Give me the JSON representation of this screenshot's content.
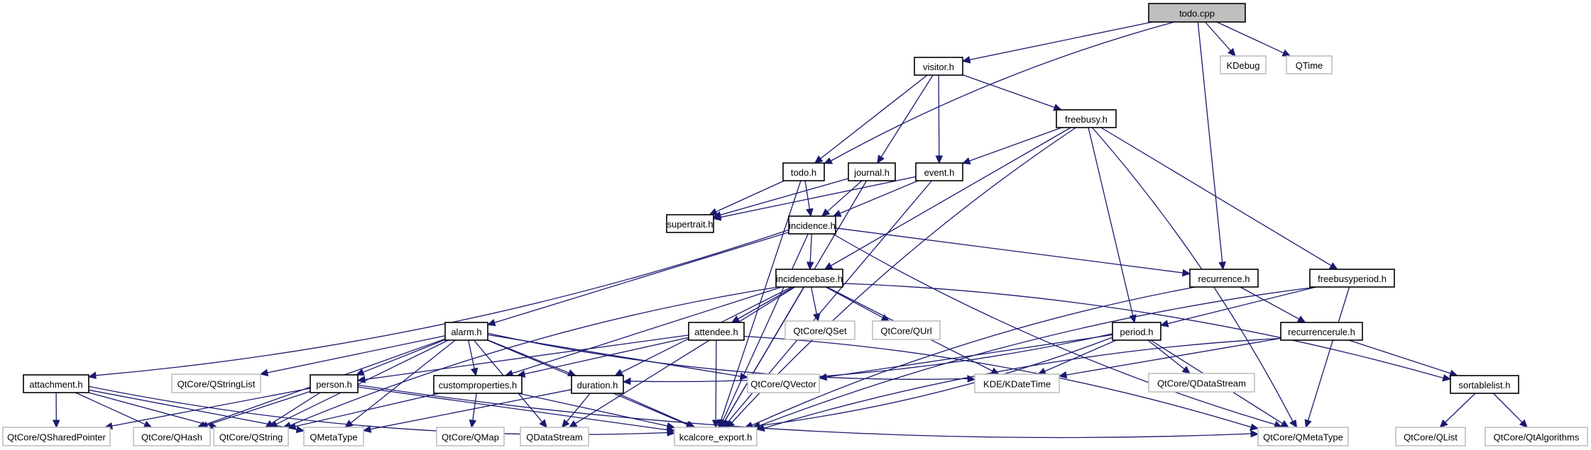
{
  "graph": {
    "title": "todo.cpp include dependency graph",
    "edge_color": "#191970",
    "root_fill": "#bfbfbf",
    "external_border": "#bfbfbf",
    "nodes": [
      {
        "id": "todo_cpp",
        "label": "todo.cpp",
        "kind": "root"
      },
      {
        "id": "visitor_h",
        "label": "visitor.h",
        "kind": "local"
      },
      {
        "id": "KDebug",
        "label": "KDebug",
        "kind": "external"
      },
      {
        "id": "QTime",
        "label": "QTime",
        "kind": "external"
      },
      {
        "id": "freebusy_h",
        "label": "freebusy.h",
        "kind": "local"
      },
      {
        "id": "todo_h",
        "label": "todo.h",
        "kind": "local"
      },
      {
        "id": "journal_h",
        "label": "journal.h",
        "kind": "local"
      },
      {
        "id": "event_h",
        "label": "event.h",
        "kind": "local"
      },
      {
        "id": "supertrait_h",
        "label": "supertrait.h",
        "kind": "local"
      },
      {
        "id": "incidence_h",
        "label": "incidence.h",
        "kind": "local"
      },
      {
        "id": "recurrence_h",
        "label": "recurrence.h",
        "kind": "local"
      },
      {
        "id": "freebusyperiod_h",
        "label": "freebusyperiod.h",
        "kind": "local"
      },
      {
        "id": "incidencebase_h",
        "label": "incidencebase.h",
        "kind": "local"
      },
      {
        "id": "alarm_h",
        "label": "alarm.h",
        "kind": "local"
      },
      {
        "id": "attendee_h",
        "label": "attendee.h",
        "kind": "local"
      },
      {
        "id": "QSet",
        "label": "QtCore/QSet",
        "kind": "external"
      },
      {
        "id": "QUrl",
        "label": "QtCore/QUrl",
        "kind": "external"
      },
      {
        "id": "period_h",
        "label": "period.h",
        "kind": "local"
      },
      {
        "id": "recurrencerule_h",
        "label": "recurrencerule.h",
        "kind": "local"
      },
      {
        "id": "attachment_h",
        "label": "attachment.h",
        "kind": "local"
      },
      {
        "id": "QStringList",
        "label": "QtCore/QStringList",
        "kind": "external"
      },
      {
        "id": "person_h",
        "label": "person.h",
        "kind": "local"
      },
      {
        "id": "customproperties_h",
        "label": "customproperties.h",
        "kind": "local"
      },
      {
        "id": "duration_h",
        "label": "duration.h",
        "kind": "local"
      },
      {
        "id": "QVector",
        "label": "QtCore/QVector",
        "kind": "external"
      },
      {
        "id": "KDateTime",
        "label": "KDE/KDateTime",
        "kind": "external"
      },
      {
        "id": "QCoreDataStream",
        "label": "QtCore/QDataStream",
        "kind": "external"
      },
      {
        "id": "sortablelist_h",
        "label": "sortablelist.h",
        "kind": "local"
      },
      {
        "id": "QSharedPointer",
        "label": "QtCore/QSharedPointer",
        "kind": "external"
      },
      {
        "id": "QHash",
        "label": "QtCore/QHash",
        "kind": "external"
      },
      {
        "id": "QString",
        "label": "QtCore/QString",
        "kind": "external"
      },
      {
        "id": "QMetaTypeShort",
        "label": "QMetaType",
        "kind": "external"
      },
      {
        "id": "QMap",
        "label": "QtCore/QMap",
        "kind": "external"
      },
      {
        "id": "QDataStream",
        "label": "QDataStream",
        "kind": "external"
      },
      {
        "id": "kcalcore_export_h",
        "label": "kcalcore_export.h",
        "kind": "external"
      },
      {
        "id": "QMetaType",
        "label": "QtCore/QMetaType",
        "kind": "external"
      },
      {
        "id": "QList",
        "label": "QtCore/QList",
        "kind": "external"
      },
      {
        "id": "QtAlgorithms",
        "label": "QtCore/QtAlgorithms",
        "kind": "external"
      }
    ],
    "edges": [
      [
        "todo_cpp",
        "visitor_h"
      ],
      [
        "todo_cpp",
        "todo_h"
      ],
      [
        "todo_cpp",
        "KDebug"
      ],
      [
        "todo_cpp",
        "QTime"
      ],
      [
        "todo_cpp",
        "recurrence_h"
      ],
      [
        "visitor_h",
        "todo_h"
      ],
      [
        "visitor_h",
        "journal_h"
      ],
      [
        "visitor_h",
        "event_h"
      ],
      [
        "visitor_h",
        "freebusy_h"
      ],
      [
        "freebusy_h",
        "event_h"
      ],
      [
        "freebusy_h",
        "incidencebase_h"
      ],
      [
        "freebusy_h",
        "period_h"
      ],
      [
        "freebusy_h",
        "freebusyperiod_h"
      ],
      [
        "freebusy_h",
        "kcalcore_export_h"
      ],
      [
        "freebusy_h",
        "QMetaType"
      ],
      [
        "todo_h",
        "supertrait_h"
      ],
      [
        "todo_h",
        "incidence_h"
      ],
      [
        "todo_h",
        "kcalcore_export_h"
      ],
      [
        "journal_h",
        "supertrait_h"
      ],
      [
        "journal_h",
        "incidence_h"
      ],
      [
        "journal_h",
        "kcalcore_export_h"
      ],
      [
        "event_h",
        "supertrait_h"
      ],
      [
        "event_h",
        "incidence_h"
      ],
      [
        "event_h",
        "kcalcore_export_h"
      ],
      [
        "incidence_h",
        "incidencebase_h"
      ],
      [
        "incidence_h",
        "alarm_h"
      ],
      [
        "incidence_h",
        "attachment_h"
      ],
      [
        "incidence_h",
        "recurrence_h"
      ],
      [
        "incidence_h",
        "kcalcore_export_h"
      ],
      [
        "incidence_h",
        "QMetaType"
      ],
      [
        "incidencebase_h",
        "attendee_h"
      ],
      [
        "incidencebase_h",
        "customproperties_h"
      ],
      [
        "incidencebase_h",
        "duration_h"
      ],
      [
        "incidencebase_h",
        "QSet"
      ],
      [
        "incidencebase_h",
        "QUrl"
      ],
      [
        "incidencebase_h",
        "KDateTime"
      ],
      [
        "incidencebase_h",
        "sortablelist_h"
      ],
      [
        "incidencebase_h",
        "QDataStream"
      ],
      [
        "incidencebase_h",
        "kcalcore_export_h"
      ],
      [
        "incidencebase_h",
        "QString"
      ],
      [
        "recurrence_h",
        "recurrencerule_h"
      ],
      [
        "recurrence_h",
        "kcalcore_export_h"
      ],
      [
        "freebusyperiod_h",
        "period_h"
      ],
      [
        "freebusyperiod_h",
        "kcalcore_export_h"
      ],
      [
        "freebusyperiod_h",
        "QMetaType"
      ],
      [
        "recurrencerule_h",
        "KDateTime"
      ],
      [
        "recurrencerule_h",
        "sortablelist_h"
      ],
      [
        "recurrencerule_h",
        "kcalcore_export_h"
      ],
      [
        "period_h",
        "duration_h"
      ],
      [
        "period_h",
        "QVector"
      ],
      [
        "period_h",
        "KDateTime"
      ],
      [
        "period_h",
        "QCoreDataStream"
      ],
      [
        "period_h",
        "kcalcore_export_h"
      ],
      [
        "period_h",
        "QMetaType"
      ],
      [
        "alarm_h",
        "person_h"
      ],
      [
        "alarm_h",
        "customproperties_h"
      ],
      [
        "alarm_h",
        "duration_h"
      ],
      [
        "alarm_h",
        "QStringList"
      ],
      [
        "alarm_h",
        "QVector"
      ],
      [
        "alarm_h",
        "KDateTime"
      ],
      [
        "alarm_h",
        "QString"
      ],
      [
        "alarm_h",
        "QMetaTypeShort"
      ],
      [
        "alarm_h",
        "QHash"
      ],
      [
        "alarm_h",
        "QDataStream"
      ],
      [
        "alarm_h",
        "kcalcore_export_h"
      ],
      [
        "attendee_h",
        "person_h"
      ],
      [
        "attendee_h",
        "customproperties_h"
      ],
      [
        "attendee_h",
        "kcalcore_export_h"
      ],
      [
        "attendee_h",
        "QMetaType"
      ],
      [
        "attachment_h",
        "QSharedPointer"
      ],
      [
        "attachment_h",
        "QHash"
      ],
      [
        "attachment_h",
        "QString"
      ],
      [
        "attachment_h",
        "QMetaTypeShort"
      ],
      [
        "attachment_h",
        "kcalcore_export_h"
      ],
      [
        "person_h",
        "QSharedPointer"
      ],
      [
        "person_h",
        "QHash"
      ],
      [
        "person_h",
        "QString"
      ],
      [
        "person_h",
        "QMetaType"
      ],
      [
        "person_h",
        "kcalcore_export_h"
      ],
      [
        "customproperties_h",
        "QMap"
      ],
      [
        "customproperties_h",
        "QString"
      ],
      [
        "customproperties_h",
        "kcalcore_export_h"
      ],
      [
        "duration_h",
        "QMetaTypeShort"
      ],
      [
        "duration_h",
        "QDataStream"
      ],
      [
        "duration_h",
        "kcalcore_export_h"
      ],
      [
        "sortablelist_h",
        "QList"
      ],
      [
        "sortablelist_h",
        "QtAlgorithms"
      ]
    ]
  }
}
